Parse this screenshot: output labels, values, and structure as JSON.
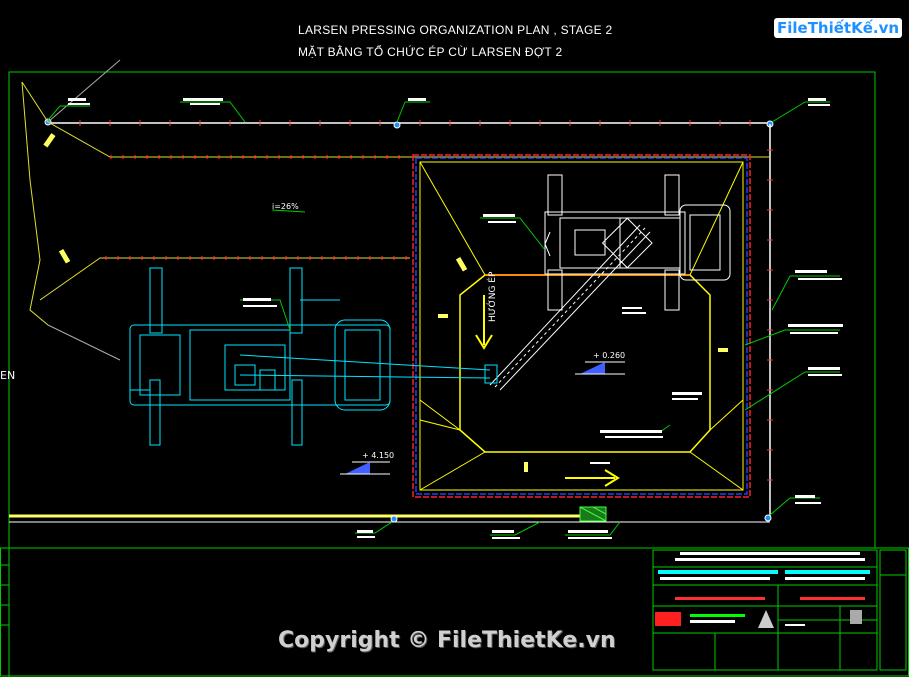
{
  "title": {
    "line1": "LARSEN PRESSING ORGANIZATION PLAN , STAGE 2",
    "line2": "MẶT BẰNG TỔ CHỨC ÉP CỪ LARSEN ĐỢT 2"
  },
  "labels": {
    "slope": "i=26%",
    "direction": "HƯỚNG ÉP",
    "level_1": "+ 0.260",
    "level_2": "+ 4.150",
    "left_edge": "EN"
  },
  "watermark": {
    "top_logo": "FileThiếtKế.vn",
    "bottom": "Copyright © FileThietKe.vn"
  },
  "colors": {
    "background": "#000000",
    "frame": "#00cc00",
    "fence": "#ffffff",
    "outer_pit": "#ff2020",
    "inner_pit": "#2040ff",
    "pit_wall": "#ffff00",
    "crane": "#ffffff",
    "excavator": "#00ffff",
    "orange": "#ff8c00"
  }
}
